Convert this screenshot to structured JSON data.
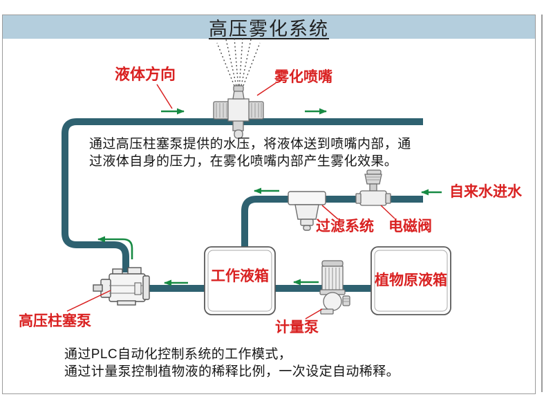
{
  "title": "高压雾化系统",
  "colors": {
    "pipe": "#2e6170",
    "arrow": "#178a43",
    "label_red": "#d92121",
    "title_bar": "#b4cedd",
    "slide_border": "#9a9a9a",
    "component_stroke": "#6e6e6e",
    "tank_stroke": "#5a5a5a"
  },
  "labels": {
    "liquid_direction": "液体方向",
    "nozzle": "雾化喷嘴",
    "tap_water_inlet": "自来水进水",
    "filter_system": "过滤系统",
    "solenoid_valve": "电磁阀",
    "working_tank": "工作液箱",
    "plant_stock_tank": "植物原液箱",
    "plunger_pump": "高压柱塞泵",
    "metering_pump": "计量泵"
  },
  "notes": {
    "top_line1": "通过高压柱塞泵提供的水压，将液体送到喷嘴内部，通",
    "top_line2": "过液体自身的压力，在雾化喷嘴内部产生雾化效果。",
    "bottom_line1": "通过PLC自动化控制系统的工作模式，",
    "bottom_line2": "通过计量泵控制植物液的稀释比例，一次设定自动稀释。"
  },
  "icons": {
    "spray_nozzle_icon": "cross-pipe-fitting-with-dashed-spray-fan",
    "filter_icon": "inline-funnel-filter",
    "solenoid_valve_icon": "valve-body-with-bonnet",
    "plunger_pump_icon": "side-view-pump-with-shaft",
    "metering_pump_icon": "finned-motor-with-round-pump-head",
    "flow_arrow_icon": "green-flow-arrow",
    "leader_line_icon": "red-callout-line"
  }
}
